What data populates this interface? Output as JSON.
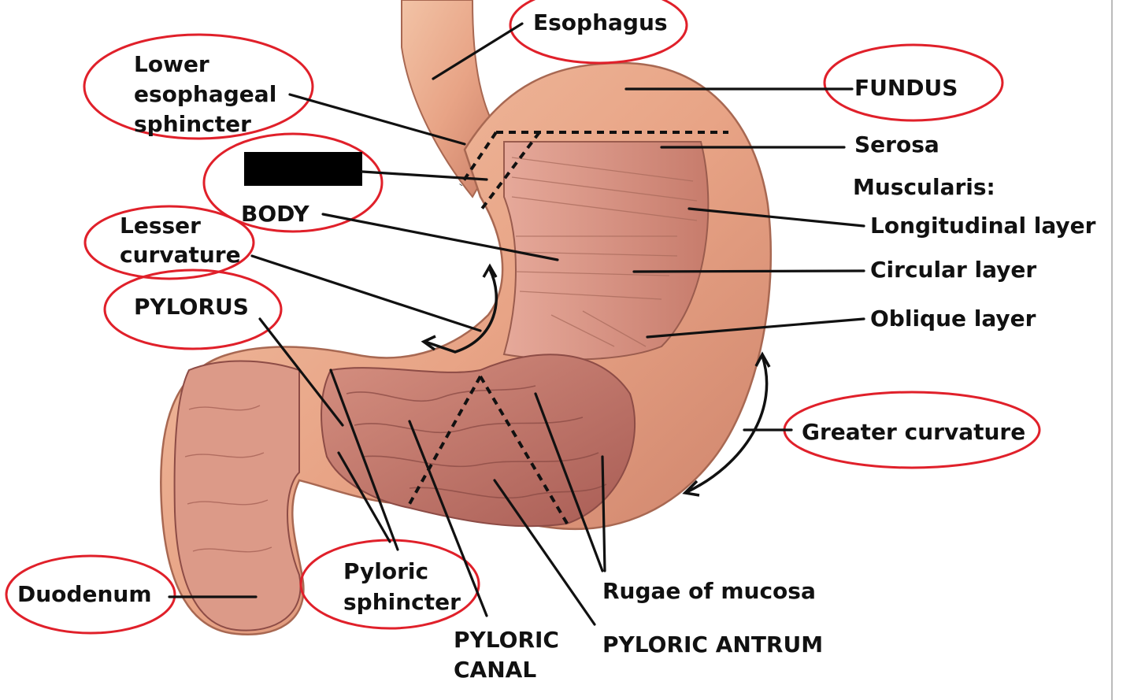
{
  "colors": {
    "circle": "#e0202a",
    "tissue_outer": "#e8a98a",
    "tissue_inner": "#c9776a",
    "text": "#111111"
  },
  "labels": {
    "esophagus": "Esophagus",
    "les_1": "Lower",
    "les_2": "esophageal",
    "les_3": "sphincter",
    "fundus": "FUNDUS",
    "serosa": "Serosa",
    "muscularis": "Muscularis:",
    "longitudinal": "Longitudinal layer",
    "circular": "Circular layer",
    "oblique": "Oblique layer",
    "body": "BODY",
    "lesser_1": "Lesser",
    "lesser_2": "curvature",
    "pylorus": "PYLORUS",
    "greater": "Greater curvature",
    "duodenum": "Duodenum",
    "pyloric_sphincter_1": "Pyloric",
    "pyloric_sphincter_2": "sphincter",
    "pyloric_canal_1": "PYLORIC",
    "pyloric_canal_2": "CANAL",
    "rugae": "Rugae of mucosa",
    "pyloric_antrum": "PYLORIC ANTRUM"
  }
}
